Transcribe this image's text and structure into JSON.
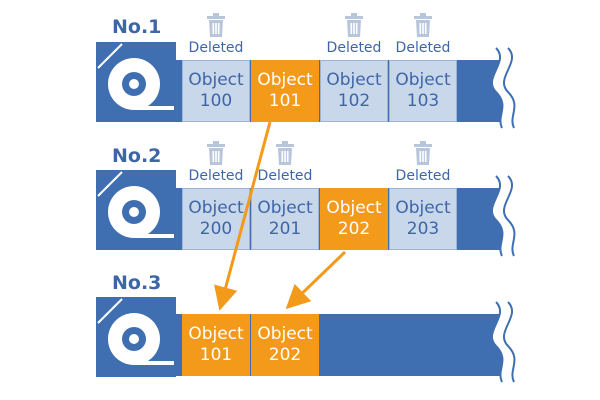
{
  "colors": {
    "blue": "#3f6fb0",
    "lightblue": "#c9d7ea",
    "orange": "#f39a1b",
    "text": "#3d66a8",
    "trash": "#b8c6dc"
  },
  "tapes": [
    {
      "label": "No.1",
      "objects": [
        {
          "line1": "Object",
          "line2": "100",
          "state": "deleted",
          "deleted_label": "Deleted"
        },
        {
          "line1": "Object",
          "line2": "101",
          "state": "active"
        },
        {
          "line1": "Object",
          "line2": "102",
          "state": "deleted",
          "deleted_label": "Deleted"
        },
        {
          "line1": "Object",
          "line2": "103",
          "state": "deleted",
          "deleted_label": "Deleted"
        }
      ]
    },
    {
      "label": "No.2",
      "objects": [
        {
          "line1": "Object",
          "line2": "200",
          "state": "deleted",
          "deleted_label": "Deleted"
        },
        {
          "line1": "Object",
          "line2": "201",
          "state": "deleted",
          "deleted_label": "Deleted"
        },
        {
          "line1": "Object",
          "line2": "202",
          "state": "active"
        },
        {
          "line1": "Object",
          "line2": "203",
          "state": "deleted",
          "deleted_label": "Deleted"
        }
      ]
    },
    {
      "label": "No.3",
      "objects": [
        {
          "line1": "Object",
          "line2": "101",
          "state": "copied"
        },
        {
          "line1": "Object",
          "line2": "202",
          "state": "copied"
        }
      ]
    }
  ]
}
